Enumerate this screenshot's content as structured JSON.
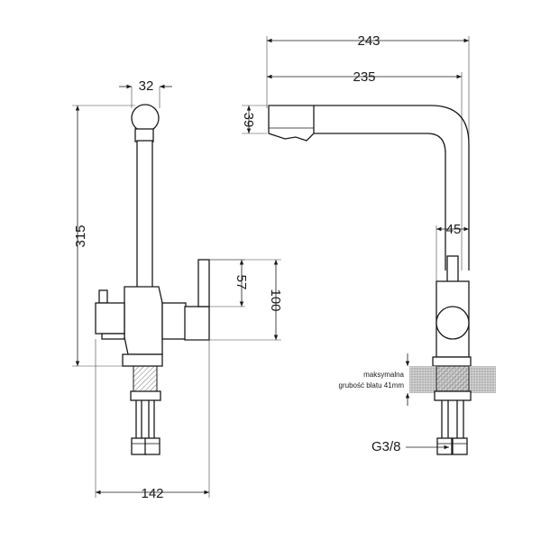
{
  "side_view": {
    "dim_width_top": "32",
    "dim_height_total": "315",
    "dim_height_handle": "57",
    "dim_height_body": "100",
    "dim_base_width": "142"
  },
  "front_view": {
    "dim_reach_outer": "243",
    "dim_reach_inner": "235",
    "dim_spout_height": "39",
    "dim_body_width": "45",
    "note_line1": "maksymalna",
    "note_line2": "grubość blatu 41mm",
    "thread_label": "G3/8"
  }
}
